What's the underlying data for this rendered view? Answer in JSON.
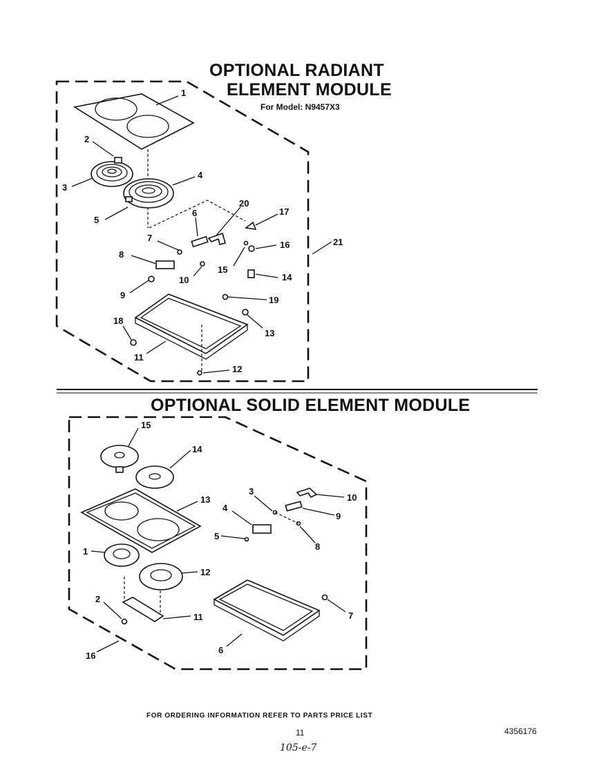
{
  "top_module": {
    "title_line1": "OPTIONAL RADIANT",
    "title_line2": "ELEMENT MODULE",
    "model": "For Model: N9457X3",
    "callouts": [
      "1",
      "2",
      "3",
      "4",
      "5",
      "6",
      "7",
      "8",
      "9",
      "10",
      "11",
      "12",
      "13",
      "14",
      "15",
      "16",
      "17",
      "18",
      "19",
      "20",
      "21"
    ]
  },
  "bottom_module": {
    "title": "OPTIONAL SOLID ELEMENT MODULE",
    "callouts": [
      "1",
      "2",
      "3",
      "4",
      "5",
      "6",
      "7",
      "8",
      "9",
      "10",
      "11",
      "12",
      "13",
      "14",
      "15",
      "16"
    ]
  },
  "footer": {
    "ordering_note": "FOR ORDERING INFORMATION REFER TO PARTS PRICE LIST",
    "page_number": "11",
    "doc_number": "4356176",
    "handwritten": "105-e-7"
  }
}
